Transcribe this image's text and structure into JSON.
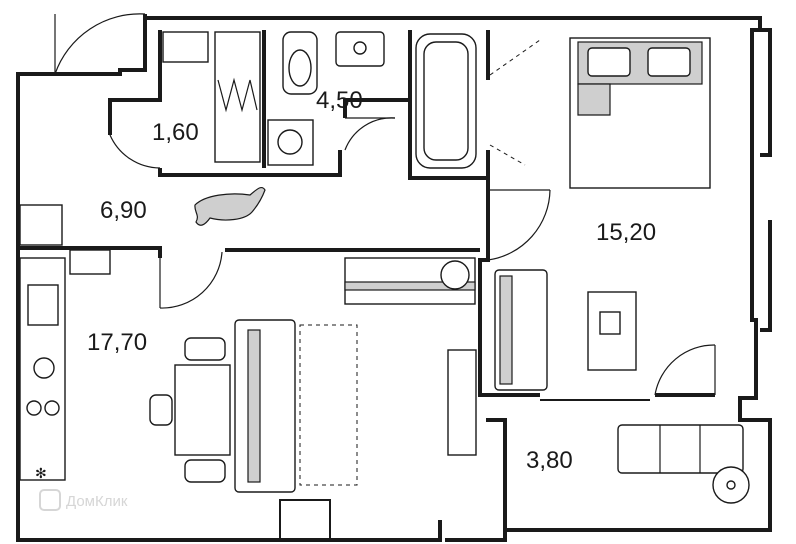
{
  "rooms": {
    "bathroom_small": {
      "area": "1,60"
    },
    "bathroom": {
      "area": "4,50"
    },
    "hallway": {
      "area": "6,90"
    },
    "bedroom": {
      "area": "15,20"
    },
    "kitchen_living": {
      "area": "17,70"
    },
    "balcony": {
      "area": "3,80"
    }
  },
  "watermark": {
    "text": "ДомКлик"
  },
  "colors": {
    "wall": "#1a1a1a",
    "furniture_fill": "#cfcfcf",
    "background": "#ffffff",
    "watermark": "#d6d6d6"
  }
}
